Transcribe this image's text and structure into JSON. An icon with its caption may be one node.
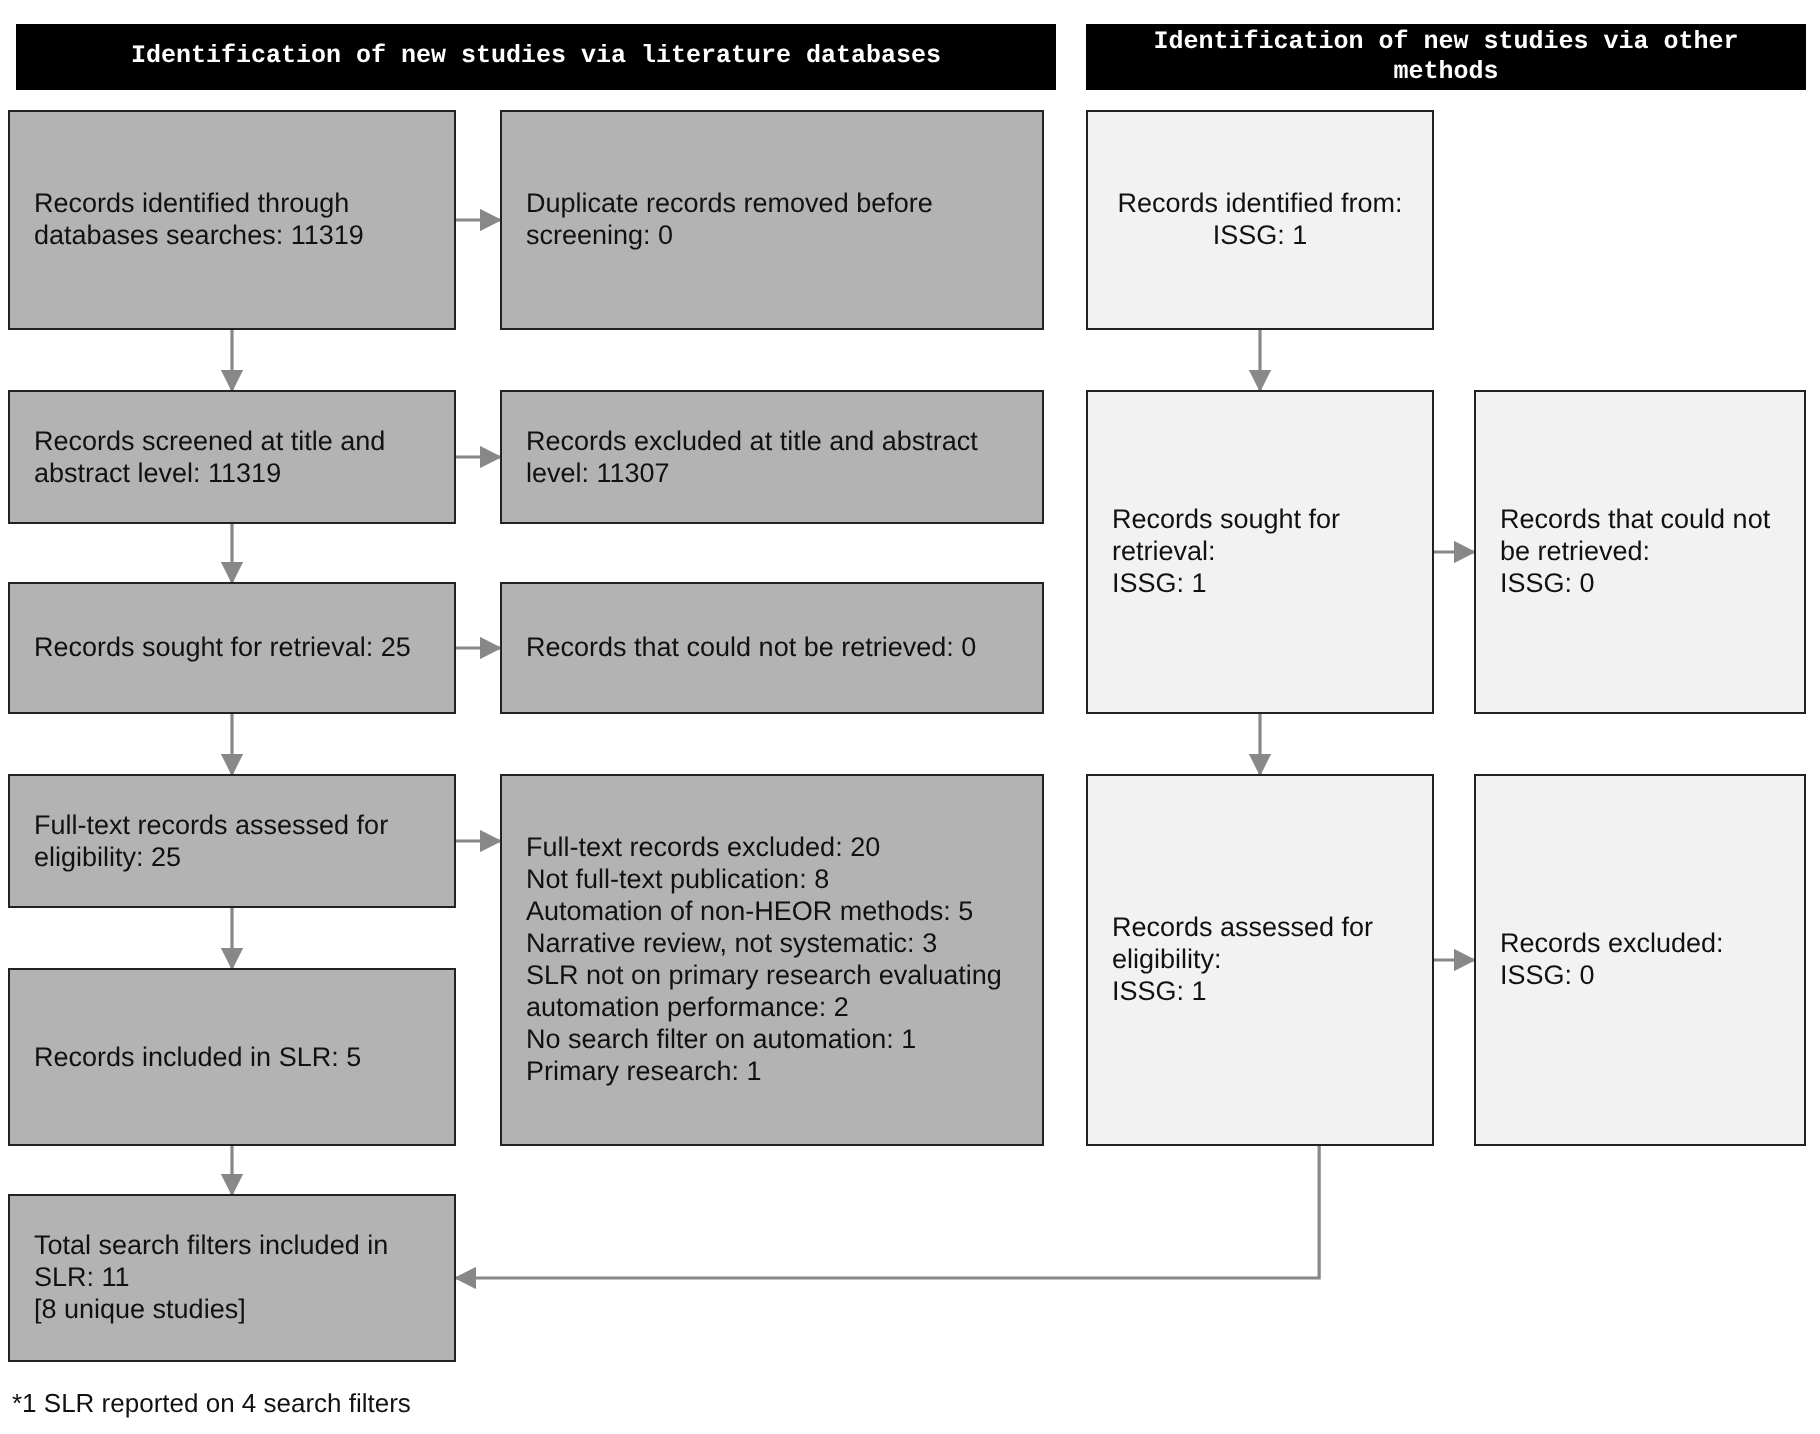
{
  "diagram": {
    "nodes": [
      {
        "text": [
          "Identification of new studies via literature databases"
        ]
      },
      {
        "text": [
          "Identification of new studies via other methods"
        ]
      },
      {
        "text": [
          "Records identified through databases searches: 11319"
        ]
      },
      {
        "text": [
          "Duplicate records removed before screening: 0"
        ]
      },
      {
        "text": [
          "Records screened at title and abstract level: 11319"
        ]
      },
      {
        "text": [
          "Records excluded at title and abstract level: 11307"
        ]
      },
      {
        "text": [
          "Records sought for retrieval: 25"
        ]
      },
      {
        "text": [
          "Records that could not be retrieved: 0"
        ]
      },
      {
        "text": [
          "Full-text records assessed for eligibility: 25"
        ]
      },
      {
        "text": [
          "Full-text records excluded: 20",
          "Not full-text publication: 8",
          "Automation of non-HEOR methods: 5",
          "Narrative review, not systematic: 3",
          "SLR not on primary research evaluating automation performance: 2",
          "No search filter on automation: 1",
          "Primary research: 1"
        ]
      },
      {
        "text": [
          "Records included in SLR: 5"
        ]
      },
      {
        "text": [
          "Total search filters included in SLR: 11",
          "[8 unique studies]"
        ]
      },
      {
        "text": [
          "Records identified from:",
          "ISSG: 1"
        ]
      },
      {
        "text": [
          "Records sought for retrieval:",
          "ISSG: 1"
        ]
      },
      {
        "text": [
          "Records that could not be retrieved:",
          "ISSG: 0"
        ]
      },
      {
        "text": [
          "Records assessed for eligibility:",
          "ISSG: 1"
        ]
      },
      {
        "text": [
          "Records excluded:",
          "ISSG: 0"
        ]
      }
    ],
    "edges": [
      {
        "from": 2,
        "to": 3,
        "arrow": "to"
      },
      {
        "from": 2,
        "to": 4,
        "arrow": "to"
      },
      {
        "from": 4,
        "to": 5,
        "arrow": "to"
      },
      {
        "from": 4,
        "to": 6,
        "arrow": "to"
      },
      {
        "from": 6,
        "to": 7,
        "arrow": "to"
      },
      {
        "from": 6,
        "to": 8,
        "arrow": "to"
      },
      {
        "from": 8,
        "to": 9,
        "arrow": "to"
      },
      {
        "from": 8,
        "to": 10,
        "arrow": "to"
      },
      {
        "from": 10,
        "to": 11,
        "arrow": "to"
      },
      {
        "from": 12,
        "to": 13,
        "arrow": "to"
      },
      {
        "from": 13,
        "to": 14,
        "arrow": "to"
      },
      {
        "from": 13,
        "to": 15,
        "arrow": "to"
      },
      {
        "from": 15,
        "to": 16,
        "arrow": "to"
      },
      {
        "from": 15,
        "to": 11,
        "arrow": "to"
      }
    ],
    "labels": [
      "*1 SLR reported on 4 search filters"
    ]
  }
}
